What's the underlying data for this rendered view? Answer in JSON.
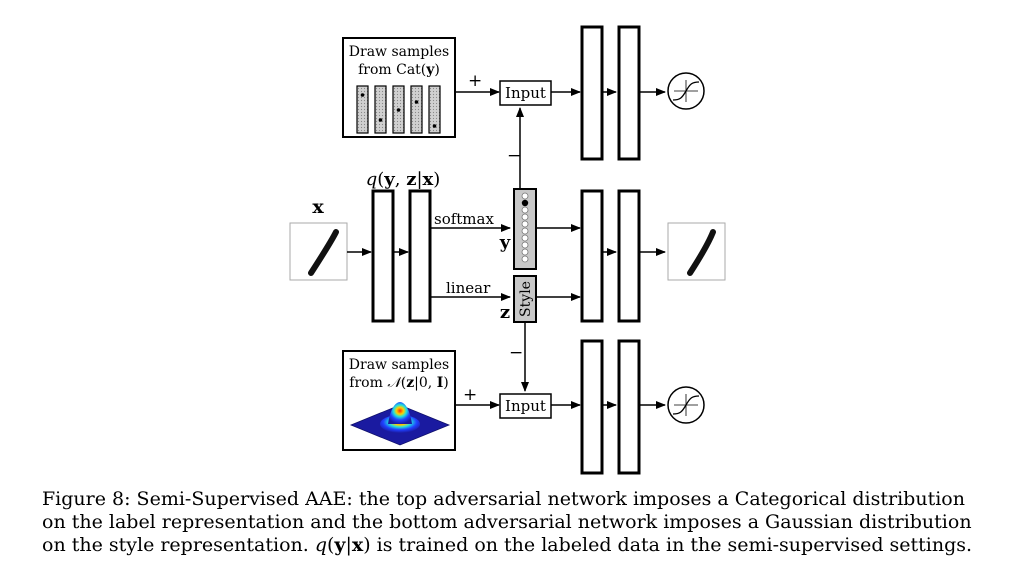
{
  "diagram": {
    "categorical_box": {
      "line1": "Draw samples",
      "line2_prefix": "from Cat(",
      "line2_var": "y",
      "line2_suffix": ")"
    },
    "gaussian_box": {
      "line1": "Draw samples",
      "line2_prefix": "from ",
      "line2_N": "𝒩",
      "line2_args_open": "(",
      "line2_z": "z",
      "line2_mid": "|0, ",
      "line2_I": "I",
      "line2_close": ")"
    },
    "plus_sign": "+",
    "minus_sign": "−",
    "input_label": "Input",
    "x_label": "x",
    "encoder_label": {
      "q": "q",
      "open": "(",
      "y": "y",
      "comma": ", ",
      "z": "z",
      "bar": "|",
      "x": "x",
      "close": ")"
    },
    "softmax_label": "softmax",
    "linear_label": "linear",
    "y_label": "y",
    "z_label": "z",
    "style_label": "Style",
    "colors": {
      "gaussian_peak": "#ff2a00",
      "gaussian_base": "#1a1aa0",
      "latent_fill": "#c8c8c8"
    }
  },
  "caption": {
    "lead": "Figure 8: Semi-Supervised AAE: the top adversarial network imposes a Categorical distribution on the label representation and the bottom adversarial network imposes a Gaussian distribution on the style representation. ",
    "q": "q",
    "open": "(",
    "y": "y",
    "bar": "|",
    "x": "x",
    "close": ")",
    "tail": " is trained on the labeled data in the semi-supervised settings."
  }
}
